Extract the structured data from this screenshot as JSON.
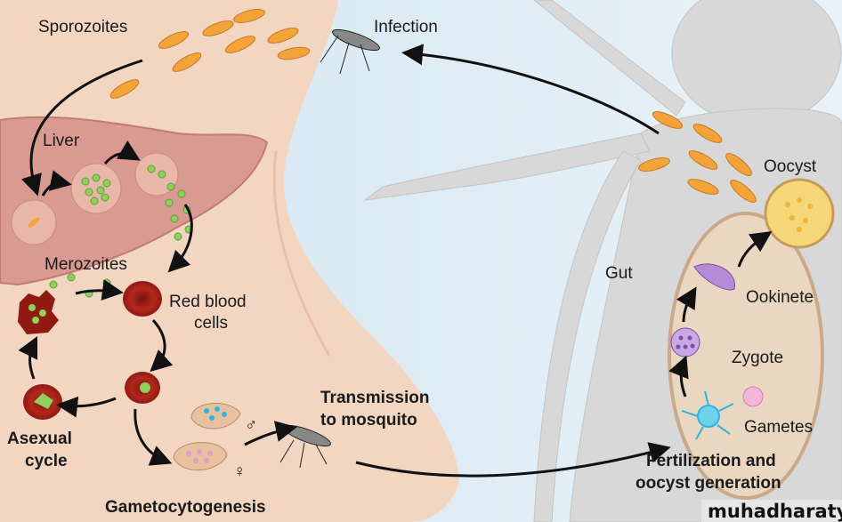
{
  "labels": {
    "sporozoites": "Sporozoites",
    "infection": "Infection",
    "liver": "Liver",
    "merozoites": "Merozoites",
    "red_blood_cells_line1": "Red blood",
    "red_blood_cells_line2": "cells",
    "asexual_line1": "Asexual",
    "asexual_line2": "cycle",
    "gametocytogenesis": "Gametocytogenesis",
    "transmission_line1": "Transmission",
    "transmission_line2": "to mosquito",
    "gut": "Gut",
    "oocyst": "Oocyst",
    "ookinete": "Ookinete",
    "zygote": "Zygote",
    "gametes": "Gametes",
    "fertilization_line1": "Fertilization and",
    "fertilization_line2": "oocyst generation",
    "male_symbol": "♂",
    "female_symbol": "♀"
  },
  "watermark": "muhadharaty.com",
  "colors": {
    "background": "#dbe9f3",
    "skin": "#f3d6c1",
    "mosquito_body": "#d6d6d6",
    "liver": "#d99a92",
    "red_blood_cell": "#b0261c",
    "sporozoite": "#f4a23a",
    "merozoite": "#8fcf5a",
    "gut": "#ead7c2"
  }
}
